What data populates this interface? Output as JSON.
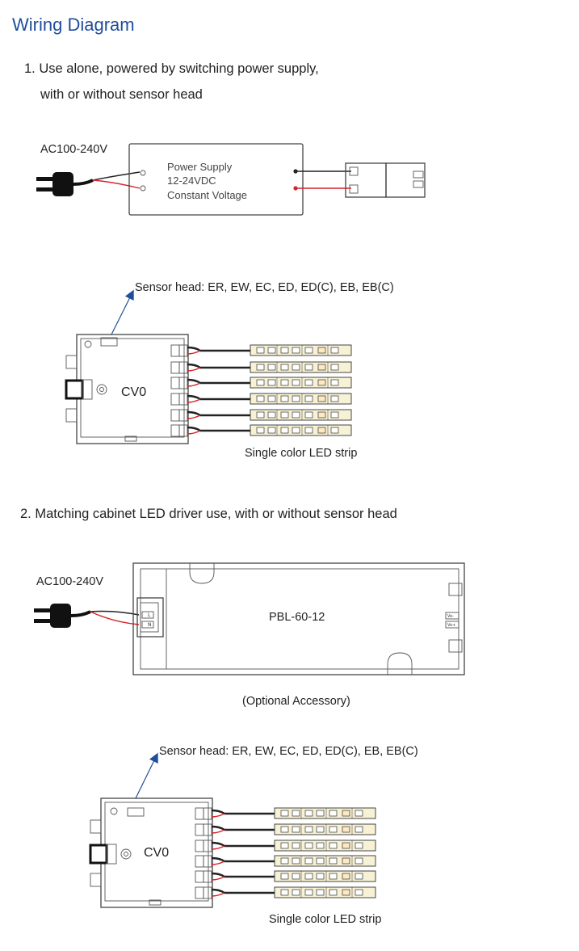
{
  "page_title": "Wiring Diagram",
  "section1": {
    "line1": "1. Use alone, powered by switching power supply,",
    "line2": "with or without sensor head",
    "ac_label": "AC100-240V",
    "power_supply": {
      "line1": "Power Supply",
      "line2": "12-24VDC",
      "line3": "Constant Voltage"
    },
    "sensor_label": "Sensor head: ER, EW, EC, ED, ED(C), EB, EB(C)",
    "controller_label": "CV0",
    "strip_label": "Single color LED strip"
  },
  "section2": {
    "line1": "2. Matching cabinet LED driver use, with or without sensor head",
    "ac_label": "AC100-240V",
    "driver_label": "PBL-60-12",
    "driver_terminal_l": "L",
    "driver_terminal_n": "N",
    "driver_out_neg": "Vo-",
    "driver_out_pos": "Vo+",
    "optional_label": "(Optional Accessory)",
    "sensor_label": "Sensor head: ER, EW, EC, ED, ED(C), EB, EB(C)",
    "controller_label": "CV0",
    "strip_label": "Single color LED strip"
  },
  "colors": {
    "title": "#1f4e9b",
    "wire_positive": "#d9232a",
    "wire_negative": "#222222",
    "strip": "#f7f2d6"
  }
}
